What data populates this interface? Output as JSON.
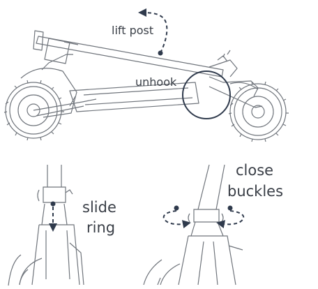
{
  "labels": {
    "lift_post": "lift post",
    "unhook": "unhook",
    "slide": "slide",
    "ring": "ring",
    "close": "close",
    "buckles": "buckles"
  },
  "colors": {
    "line": "#6f747b",
    "arrow": "#2f3a4c",
    "callout": "#2f3a4c",
    "text": "#3a3f47"
  },
  "icons": [
    "curved-arrow-icon",
    "down-arrow-icon",
    "clamp-arrow-icon"
  ]
}
